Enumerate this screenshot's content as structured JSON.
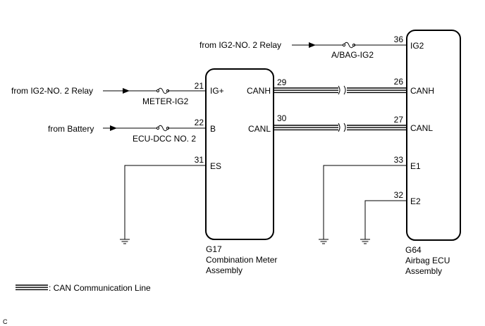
{
  "relay_ig2_no2_a": "from IG2-NO. 2 Relay",
  "relay_ig2_no2_b": "from IG2-NO. 2 Relay",
  "battery": "from Battery",
  "fuse_abag": "A/BAG-IG2",
  "fuse_meter": "METER-IG2",
  "fuse_ecu_dcc": "ECU-DCC NO. 2",
  "meter": {
    "code": "G17",
    "name_line1": "Combination Meter",
    "name_line2": "Assembly",
    "pins": {
      "ig": {
        "num": "21",
        "label": "IG+"
      },
      "b": {
        "num": "22",
        "label": "B"
      },
      "es": {
        "num": "31",
        "label": "ES"
      },
      "canh": {
        "num": "29",
        "label": "CANH"
      },
      "canl": {
        "num": "30",
        "label": "CANL"
      }
    }
  },
  "airbag": {
    "code": "G64",
    "name_line1": "Airbag ECU",
    "name_line2": "Assembly",
    "pins": {
      "ig2": {
        "num": "36",
        "label": "IG2"
      },
      "canh": {
        "num": "26",
        "label": "CANH"
      },
      "canl": {
        "num": "27",
        "label": "CANL"
      },
      "e1": {
        "num": "33",
        "label": "E1"
      },
      "e2": {
        "num": "32",
        "label": "E2"
      }
    }
  },
  "legend": ": CAN Communication Line",
  "corner": "C"
}
